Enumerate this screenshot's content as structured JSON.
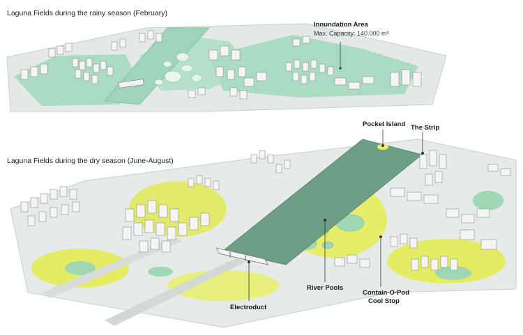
{
  "captions": {
    "rainy": "Laguna Fields during the rainy season (February)",
    "dry": "Laguna Fields during the dry season (June-August)"
  },
  "rainy_labels": {
    "innundation_title": "Innundation Area",
    "innundation_capacity": "Max. Capacity: 140.000 m³"
  },
  "dry_labels": {
    "pocket_island": "Pocket Island",
    "the_strip": "The Strip",
    "river_pools": "River Pools",
    "electroduct": "Electroduct",
    "contain_o_pod_line1": "Contain-O-Pod",
    "contain_o_pod_line2": "Cool Stop"
  },
  "colors": {
    "ground": "#e9ecea",
    "ground_shadow": "#cfd4d1",
    "flood_green": "#a9dcc0",
    "river_teal": "#6f9e86",
    "river_light": "#cfe9d9",
    "dry_yellow": "#e3ec63",
    "pool_green": "#8fcca8",
    "building": "#f4f4f4",
    "building_shadow": "#9b9b9b"
  }
}
